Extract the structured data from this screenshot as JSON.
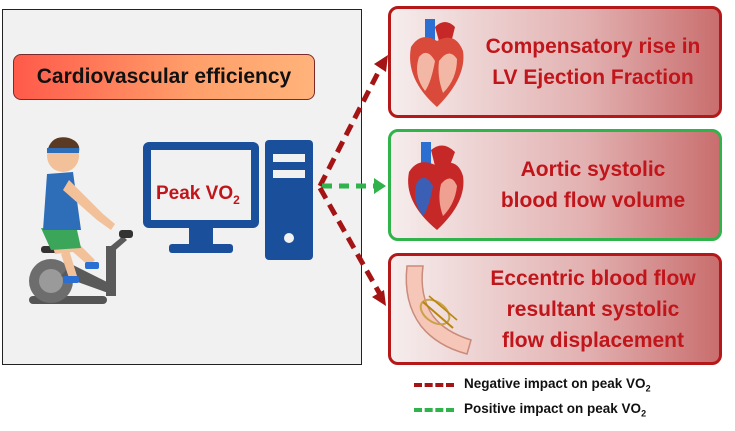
{
  "left_panel": {
    "title": "Cardiovascular efficiency",
    "computer_label_main": "Peak VO",
    "computer_label_sub": "2"
  },
  "boxes": [
    {
      "lines": [
        "Compensatory rise in",
        "LV Ejection Fraction"
      ],
      "impact": "negative",
      "icon": "heart-cross-section-icon"
    },
    {
      "lines": [
        "Aortic systolic",
        "blood flow volume"
      ],
      "impact": "positive",
      "icon": "heart-blood-flow-icon"
    },
    {
      "lines": [
        "Eccentric blood flow",
        "resultant systolic",
        "flow displacement"
      ],
      "impact": "negative",
      "icon": "aortic-valve-flow-icon"
    }
  ],
  "legend": [
    {
      "main": "Negative impact on peak VO",
      "sub": "2",
      "color": "#a51414"
    },
    {
      "main": "Positive impact on peak VO",
      "sub": "2",
      "color": "#2fb34a"
    }
  ],
  "colors": {
    "accent_red": "#c0151a",
    "arrow_red": "#a51414",
    "arrow_green": "#2fb34a",
    "computer_blue": "#1a4f9c"
  }
}
